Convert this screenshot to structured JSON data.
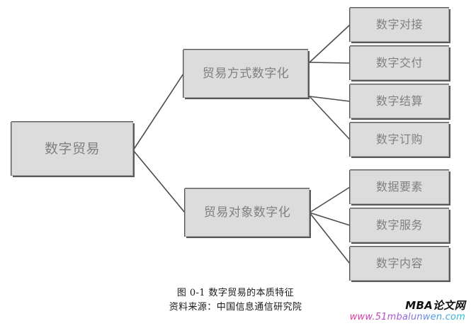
{
  "figure": {
    "root": {
      "label": "数字贸易"
    },
    "branches": [
      {
        "label": "贸易方式数字化",
        "children": [
          {
            "label": "数字对接"
          },
          {
            "label": "数字交付"
          },
          {
            "label": "数字结算"
          },
          {
            "label": "数字订购"
          }
        ]
      },
      {
        "label": "贸易对象数字化",
        "children": [
          {
            "label": "数据要素"
          },
          {
            "label": "数字服务"
          },
          {
            "label": "数字内容"
          }
        ]
      }
    ],
    "leaves": [
      {
        "label": "数字对接"
      },
      {
        "label": "数字交付"
      },
      {
        "label": "数字结算"
      },
      {
        "label": "数字订购"
      },
      {
        "label": "数据要素"
      },
      {
        "label": "数字服务"
      },
      {
        "label": "数字内容"
      }
    ],
    "caption": {
      "title": "图 0-1  数字贸易的本质特征",
      "source": "资料来源：中国信息通信研究院"
    },
    "colors": {
      "box_fill": "#dcdcdc",
      "box_border": "#595959",
      "text": "#808080",
      "connector": "#4d4d4d",
      "caption_text": "#1a1a1a"
    }
  },
  "watermark": {
    "title": "MBA论文网",
    "url": "www.51mbalunwen.com"
  }
}
